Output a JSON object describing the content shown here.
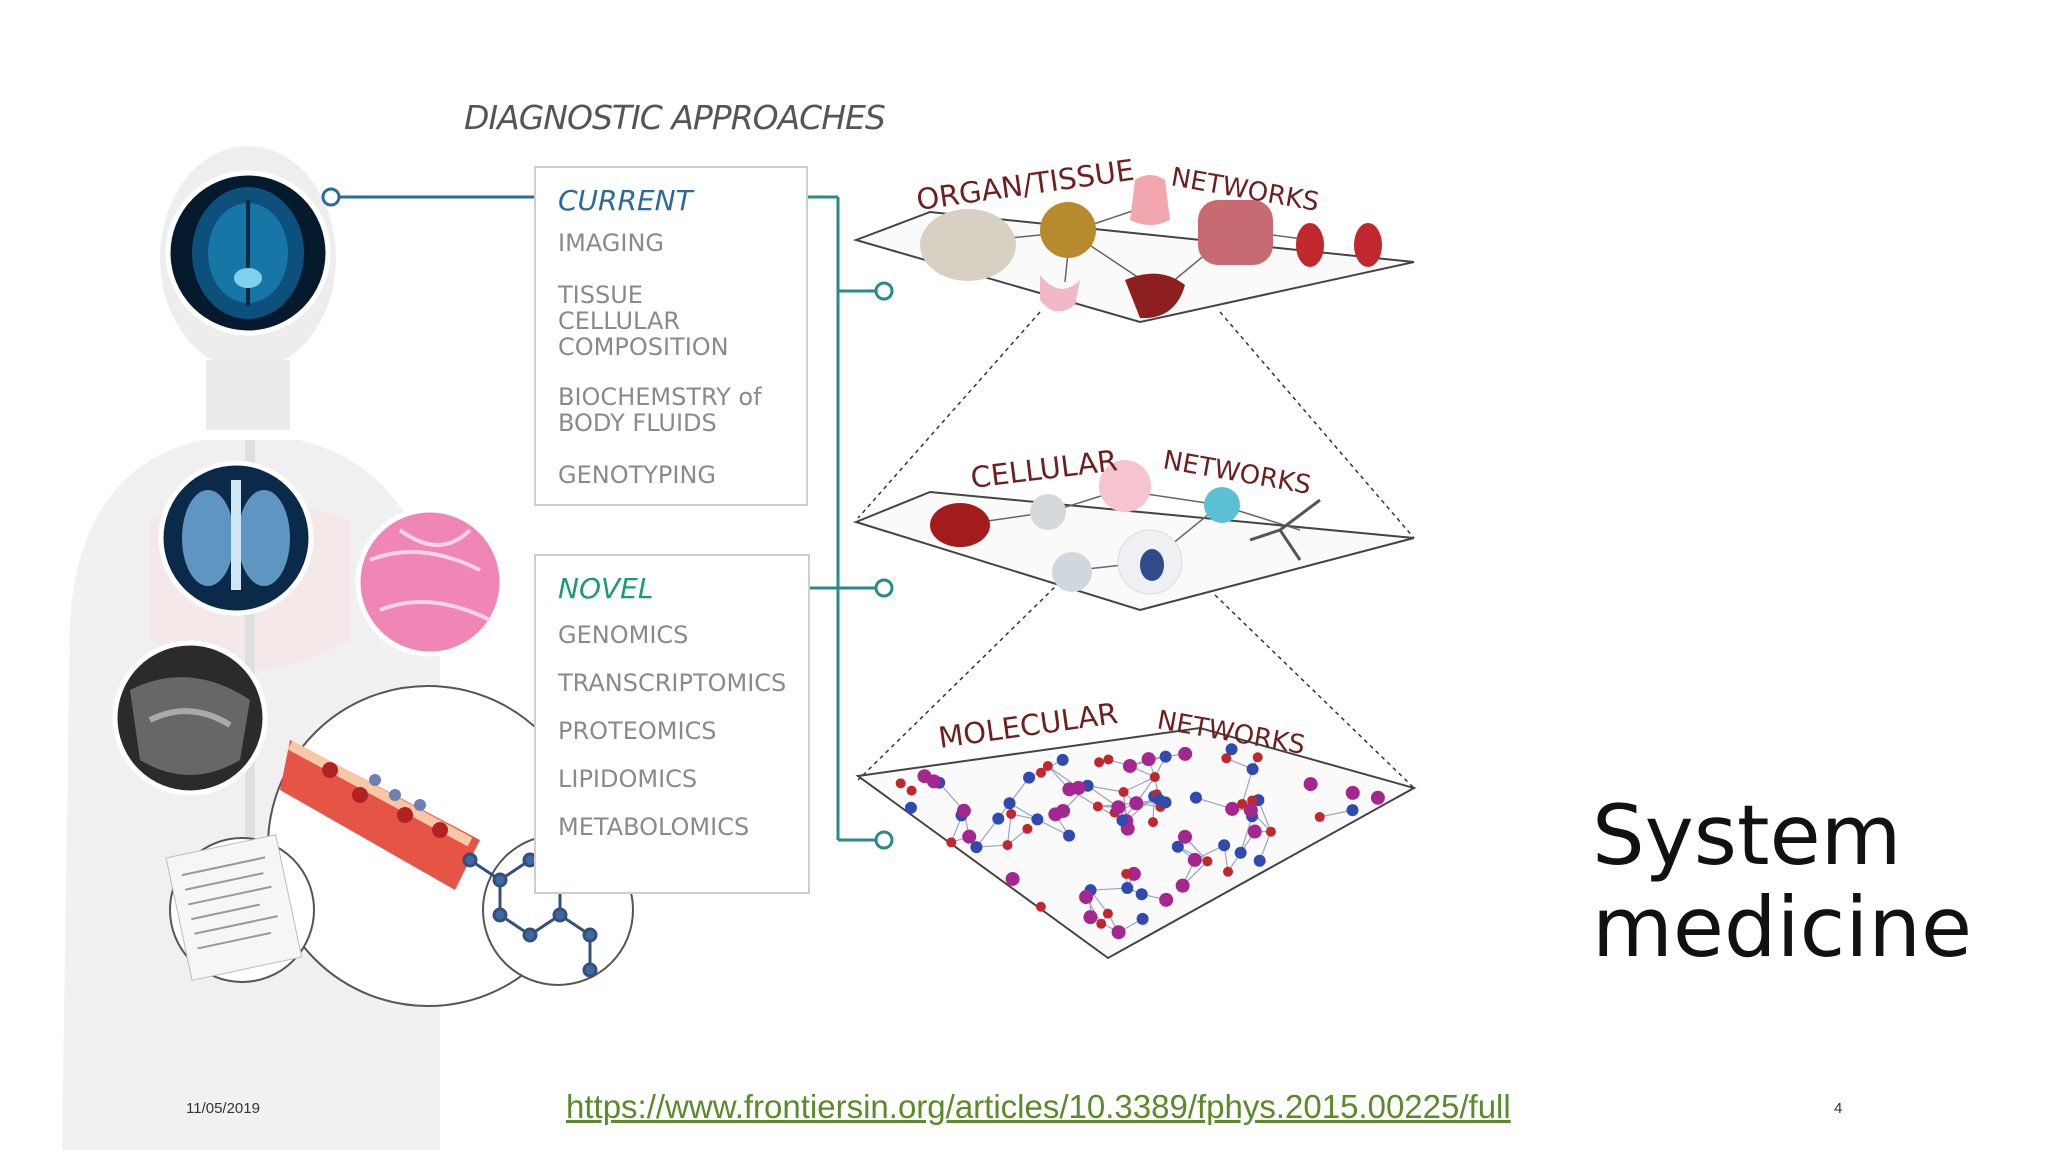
{
  "slide": {
    "heading": "DIAGNOSTIC APPROACHES",
    "title": "System\nmedicine",
    "date": "11/05/2019",
    "page_number": "4",
    "link": "https://www.frontiersin.org/articles/10.3389/fphys.2015.00225/full"
  },
  "current": {
    "label": "CURRENT",
    "items": [
      "IMAGING",
      "TISSUE\nCELLULAR\nCOMPOSITION",
      "BIOCHEMSTRY of\nBODY FLUIDS",
      "GENOTYPING"
    ]
  },
  "novel": {
    "label": "NOVEL",
    "items": [
      "GENOMICS",
      "TRANSCRIPTOMICS",
      "PROTEOMICS",
      "LIPIDOMICS",
      "METABOLOMICS"
    ]
  },
  "networks": {
    "organ_tissue": {
      "label_left": "ORGAN/TISSUE",
      "label_right": "NETWORKS"
    },
    "cellular": {
      "label_left": "CELLULAR",
      "label_right": "NETWORKS"
    },
    "molecular": {
      "label_left": "MOLECULAR",
      "label_right": "NETWORKS"
    }
  },
  "colors": {
    "current": "#2b6a9a",
    "novel": "#1a9a78",
    "connector": "#2a8a8a",
    "network_label": "#6e1f1f",
    "link": "#5b8a2b"
  },
  "icons": [
    "brain-scan-icon",
    "chest-xray-icon",
    "ultrasound-icon",
    "histology-icon",
    "blood-vessel-icon",
    "molecule-icon",
    "lab-report-icon"
  ]
}
